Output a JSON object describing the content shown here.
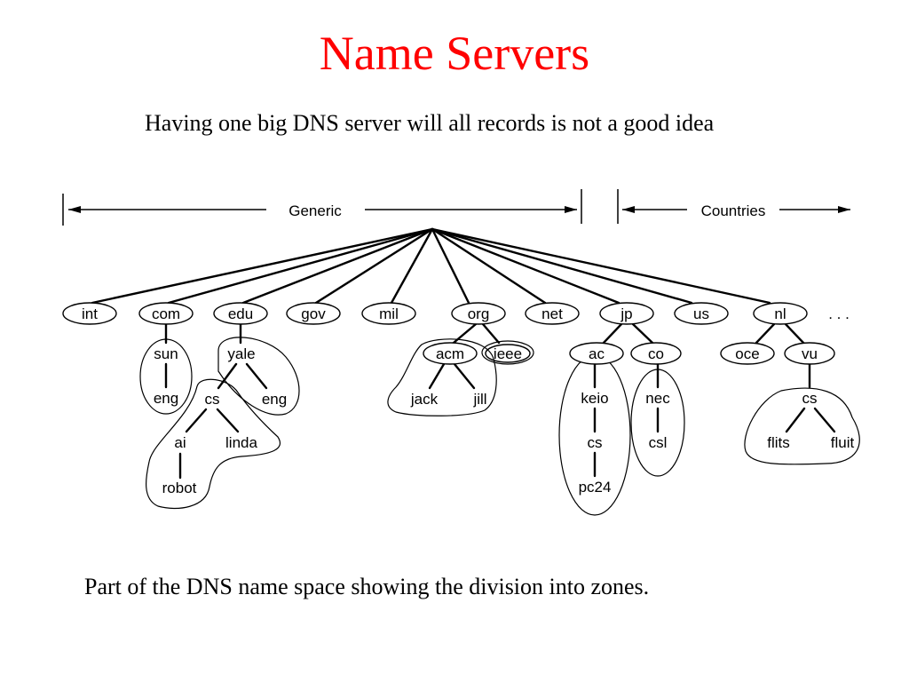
{
  "title": "Name Servers",
  "subtitle": "Having one big DNS server will all records is not a good idea",
  "caption": "Part of the DNS name space showing the division into zones.",
  "diagram": {
    "generic_label": "Generic",
    "countries_label": "Countries",
    "ellipsis": ". . .",
    "nodes": {
      "int": "int",
      "com": "com",
      "edu": "edu",
      "gov": "gov",
      "mil": "mil",
      "org": "org",
      "net": "net",
      "jp": "jp",
      "us": "us",
      "nl": "nl",
      "sun": "sun",
      "eng1": "eng",
      "yale": "yale",
      "cs1": "cs",
      "eng2": "eng",
      "ai": "ai",
      "linda": "linda",
      "robot": "robot",
      "acm": "acm",
      "ieee": "ieee",
      "jack": "jack",
      "jill": "jill",
      "ac": "ac",
      "co": "co",
      "keio": "keio",
      "cs2": "cs",
      "pc24": "pc24",
      "nec": "nec",
      "csl": "csl",
      "oce": "oce",
      "vu": "vu",
      "cs3": "cs",
      "flits": "flits",
      "fluit": "fluit"
    }
  }
}
